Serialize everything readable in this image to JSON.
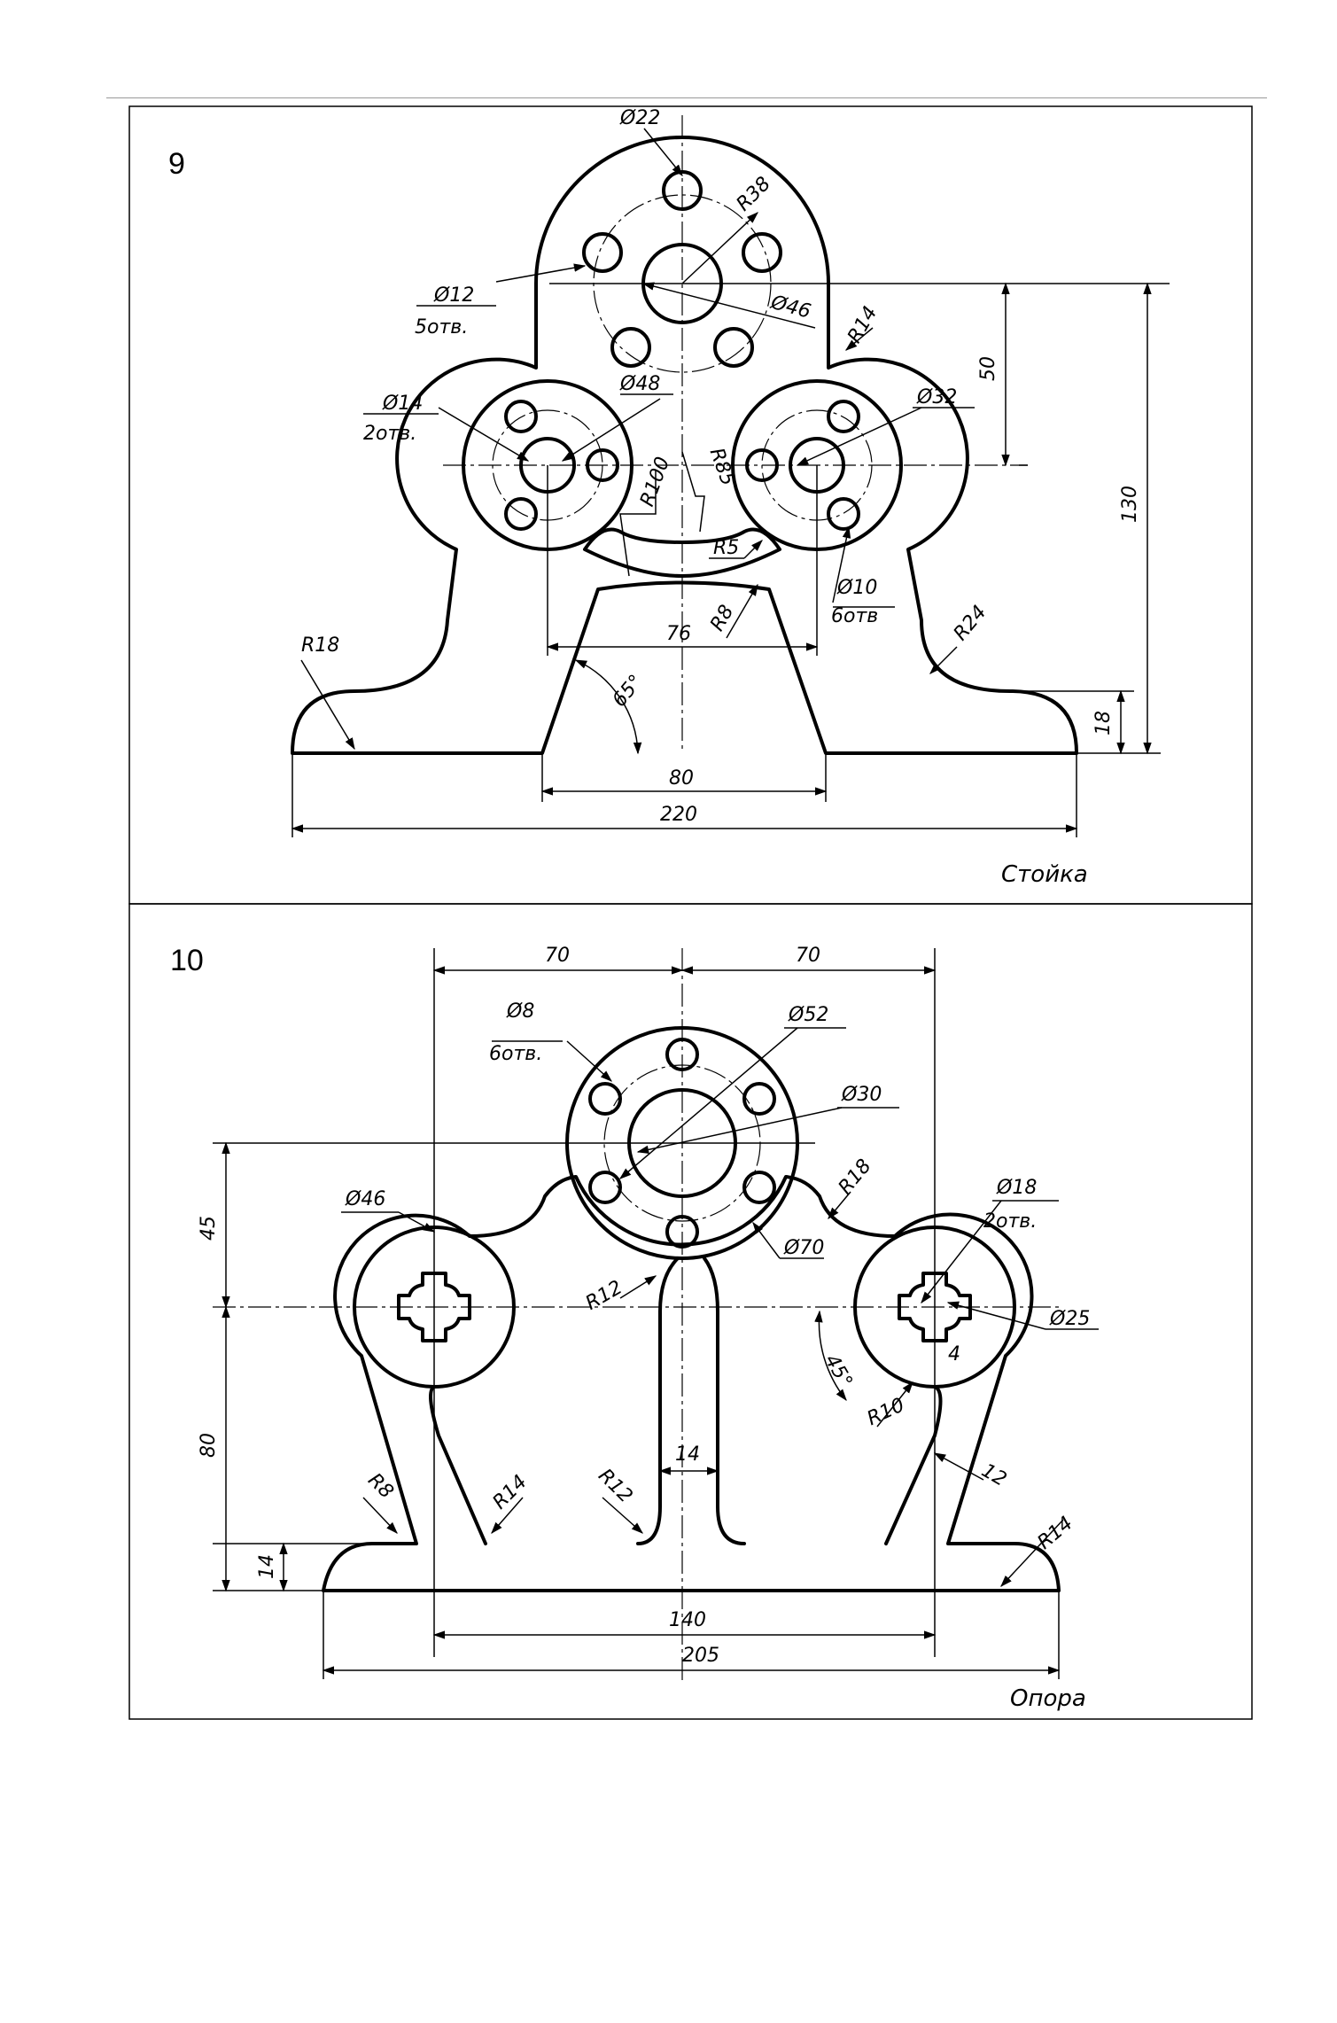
{
  "sheet": {
    "frame1": {
      "number": "9",
      "caption": "Стойка",
      "dims": {
        "phi22": "Ø22",
        "r38": "R38",
        "phi12": "Ø12",
        "holes5": "5отв.",
        "phi46": "Ø46",
        "r14": "R14",
        "phi14": "Ø14",
        "holes2": "2отв.",
        "phi48": "Ø48",
        "phi32": "Ø32",
        "r100": "R100",
        "r85": "R85",
        "r5": "R5",
        "phi10": "Ø10",
        "holes6": "6отв",
        "d76": "76",
        "r8": "R8",
        "r24": "R24",
        "r18": "R18",
        "a65": "65°",
        "d80": "80",
        "d220": "220",
        "d50": "50",
        "d130": "130",
        "d18": "18"
      }
    },
    "frame2": {
      "number": "10",
      "caption": "Опора",
      "dims": {
        "d70a": "70",
        "d70b": "70",
        "phi8": "Ø8",
        "holes6": "6отв.",
        "phi52": "Ø52",
        "phi30": "Ø30",
        "d45": "45",
        "phi46": "Ø46",
        "r18": "R18",
        "phi18": "Ø18",
        "holes2": "2отв.",
        "r12a": "R12",
        "phi70": "Ø70",
        "phi25": "Ø25",
        "a45": "45°",
        "d4": "4",
        "r10": "R10",
        "d80": "80",
        "d14a": "14",
        "r8": "R8",
        "r14a": "R14",
        "r12b": "R12",
        "d12": "12",
        "r14b": "R14",
        "d14b": "14",
        "d140": "140",
        "d205": "205"
      }
    }
  }
}
